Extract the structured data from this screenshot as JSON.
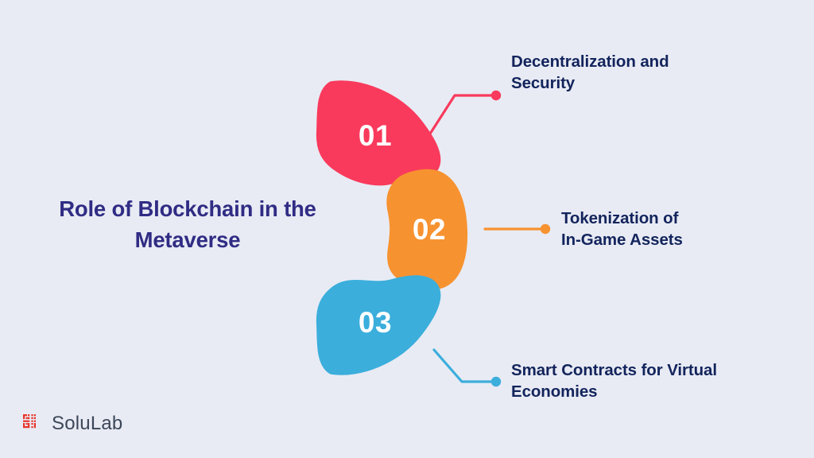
{
  "page": {
    "title": "Role of Blockchain in the Metaverse",
    "background_color": "#e8ebf4"
  },
  "heading": {
    "line1": "Role of Blockchain in the",
    "line2": "Metaverse",
    "color": "#302c84"
  },
  "steps": [
    {
      "number": "01",
      "label_line1": "Decentralization and",
      "label_line2": "Security",
      "color": "#f93a5c",
      "connector": "elbow-up"
    },
    {
      "number": "02",
      "label_line1": "Tokenization of",
      "label_line2": "In-Game Assets",
      "color": "#f79230",
      "connector": "straight"
    },
    {
      "number": "03",
      "label_line1": "Smart Contracts for Virtual",
      "label_line2": "Economies",
      "color": "#3baedc",
      "connector": "elbow-down"
    }
  ],
  "label_color": "#13245c",
  "logo": {
    "icon": "solulab-qr-mark-icon",
    "word": "SoluLab",
    "mark_color": "#e8342a",
    "word_color": "#3d4758"
  }
}
